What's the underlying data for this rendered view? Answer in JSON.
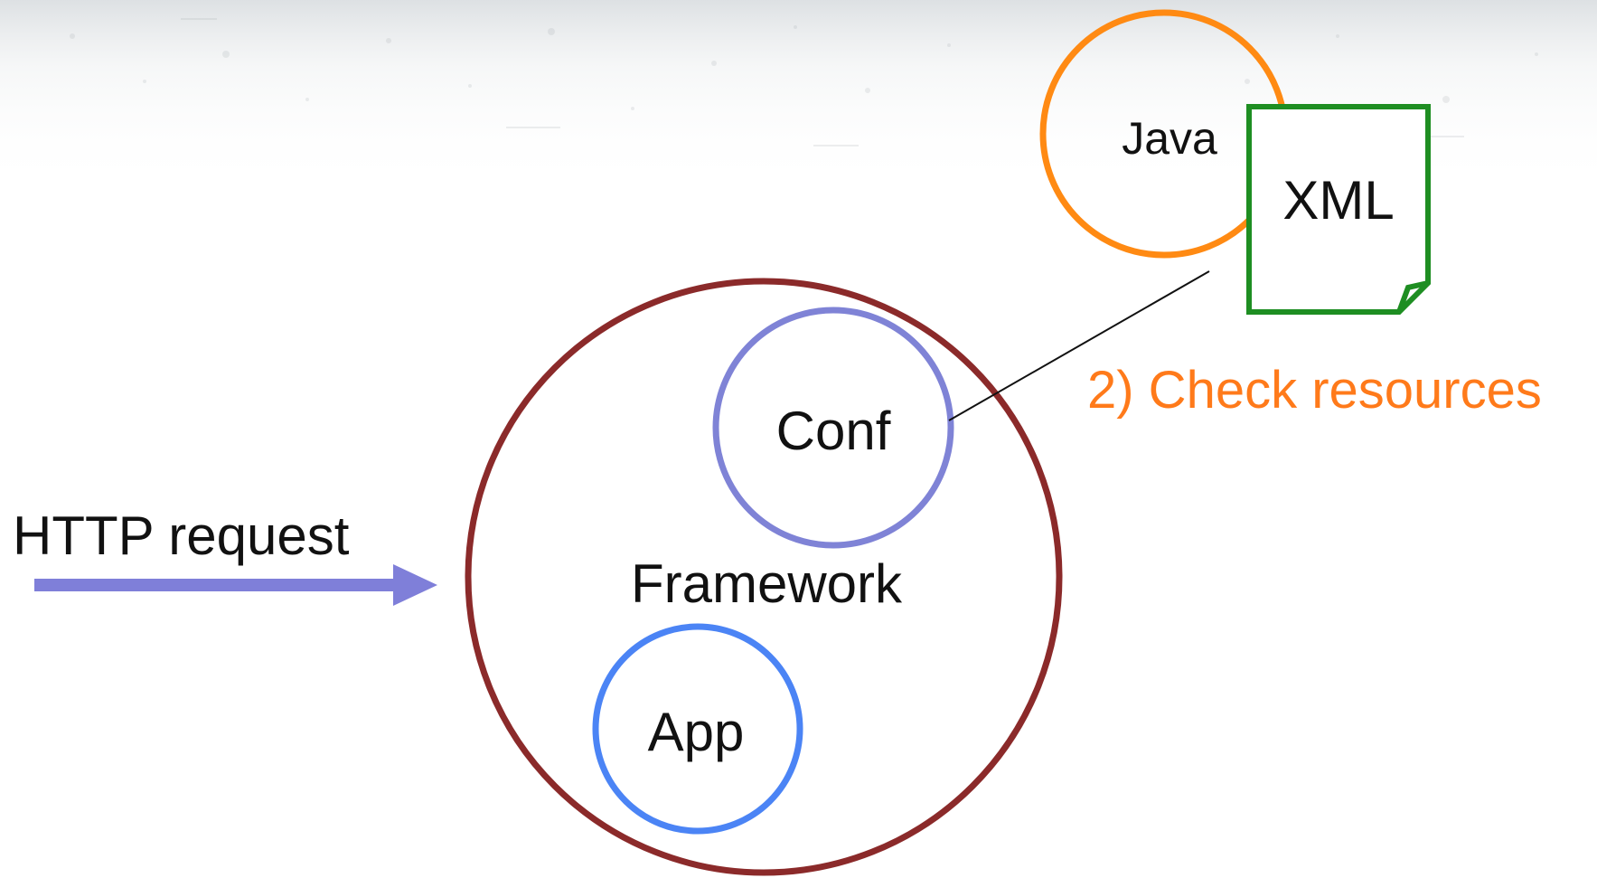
{
  "diagram": {
    "input_label": "HTTP request",
    "framework_label": "Framework",
    "conf_label": "Conf",
    "app_label": "App",
    "java_label": "Java",
    "xml_label": "XML",
    "step_label": "2) Check resources"
  },
  "colors": {
    "framework_ring": "#8B2A2A",
    "conf_ring": "#7F83D6",
    "app_ring": "#4B84F5",
    "java_ring": "#FF8A13",
    "xml_doc": "#1E8E22",
    "arrow": "#7F7FD9",
    "step_text": "#FF7A1A",
    "connector": "#111111",
    "text": "#111111"
  }
}
